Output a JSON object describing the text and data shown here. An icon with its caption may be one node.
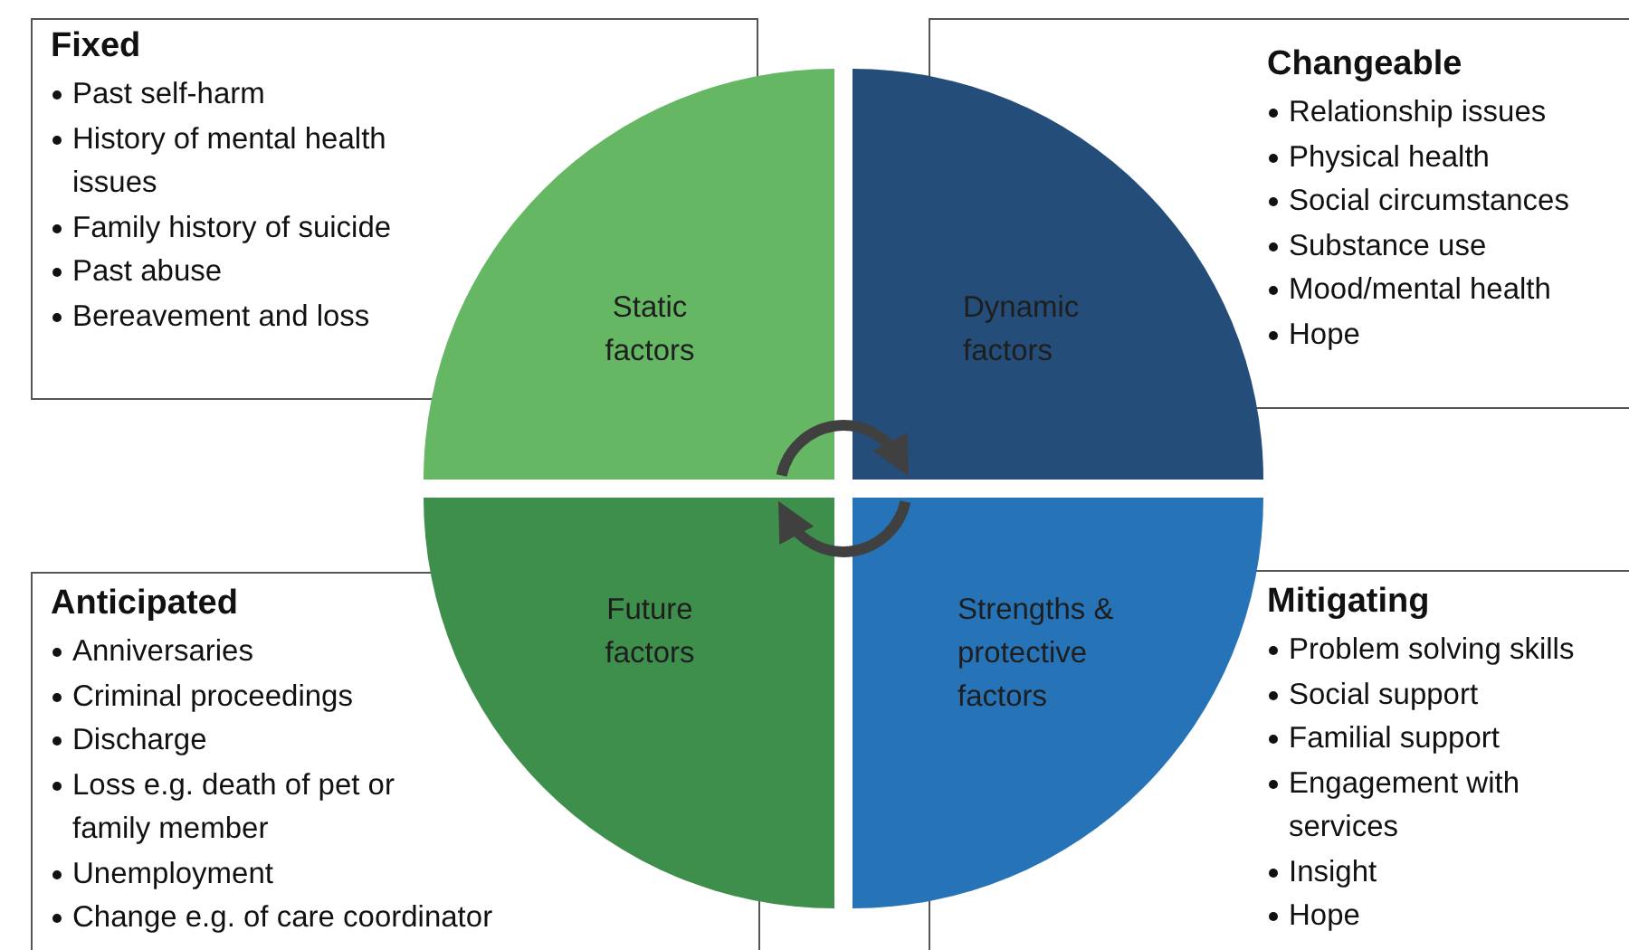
{
  "diagram": {
    "nodes": [
      {
        "text": [
          "Fixed",
          "Past self-harm",
          "History of mental health issues",
          "Family history of suicide",
          "Past abuse",
          "Bereavement and loss"
        ]
      },
      {
        "text": [
          "Changeable",
          "Relationship issues",
          "Physical health",
          "Social circumstances",
          "Substance use",
          "Mood/mental health",
          "Hope"
        ]
      },
      {
        "text": [
          "Anticipated",
          "Anniversaries",
          "Criminal proceedings",
          "Discharge",
          "Loss e.g. death of pet or family member",
          "Unemployment",
          "Change e.g. of care coordinator"
        ]
      },
      {
        "text": [
          "Mitigating",
          "Problem solving skills",
          "Social support",
          "Familial support",
          "Engagement with services",
          "Insight",
          "Hope"
        ]
      },
      {
        "text": [
          "Static factors"
        ]
      },
      {
        "text": [
          "Dynamic factors"
        ]
      },
      {
        "text": [
          "Future factors"
        ]
      },
      {
        "text": [
          "Strengths & protective factors"
        ]
      }
    ],
    "edges": [
      {
        "from": 4,
        "to": 5,
        "arrow": "to"
      },
      {
        "from": 7,
        "to": 6,
        "arrow": "to"
      }
    ]
  }
}
